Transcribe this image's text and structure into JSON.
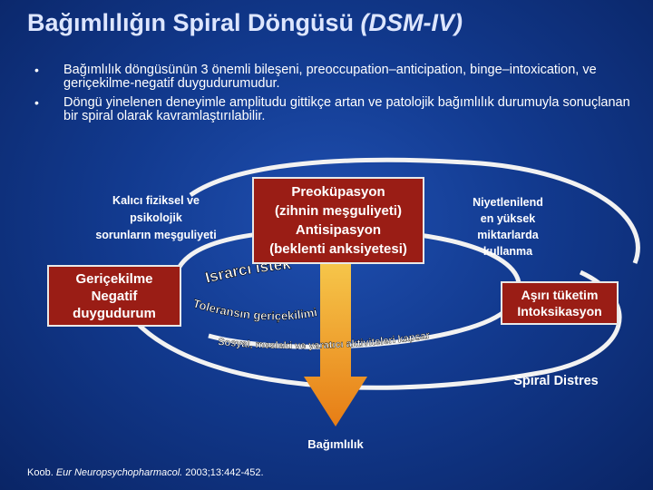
{
  "title": {
    "main": "Bağımlılığın Spiral Döngüsü",
    "paren": "(DSM-IV)"
  },
  "bullets": [
    {
      "symbol": "•",
      "text": "Bağımlılık döngüsünün 3 önemli bileşeni, preoccupation–anticipation, binge–intoxication, ve geriçekilme-negatif duygudurumudur."
    },
    {
      "symbol": "•",
      "text": "Döngü yinelenen deneyimle amplitudu gittikçe artan ve patolojik bağımlılık durumuyla sonuçlanan bir spiral olarak kavramlaştırılabilir."
    }
  ],
  "diagram": {
    "left_label": [
      "Kalıcı fiziksel ve",
      "psikolojik",
      "sorunların meşguliyeti"
    ],
    "left_box": [
      "Geriçekilme",
      "Negatif",
      "duygudurum"
    ],
    "center_box": [
      "Preoküpasyon",
      "(zihnin meşguliyeti)",
      "Antisipasyon",
      "(beklenti anksiyetesi)"
    ],
    "right_label": [
      "Niyetlenilend",
      "en yüksek",
      "miktarlarda",
      "kullanma"
    ],
    "right_box": [
      "Aşırı tüketim",
      "Intoksikasyon"
    ],
    "curve_text_1": "Israrcı istek",
    "curve_text_2": "Toleransın geriçekilimi",
    "curve_text_3": "Sosyal, mesleki ve yaratıcı aktiviteleri kapsar",
    "spiral_label": "Spiral Distres",
    "bottom_label": "Bağımlılık"
  },
  "citation": {
    "author": "Koob.",
    "journal": "Eur Neuropsychopharmacol.",
    "details": "2003;13:442-452."
  },
  "colors": {
    "background": "#123a8f",
    "box": "#9a1d15",
    "spiral": "#f2f2f2",
    "arrow": "#f4a020"
  }
}
